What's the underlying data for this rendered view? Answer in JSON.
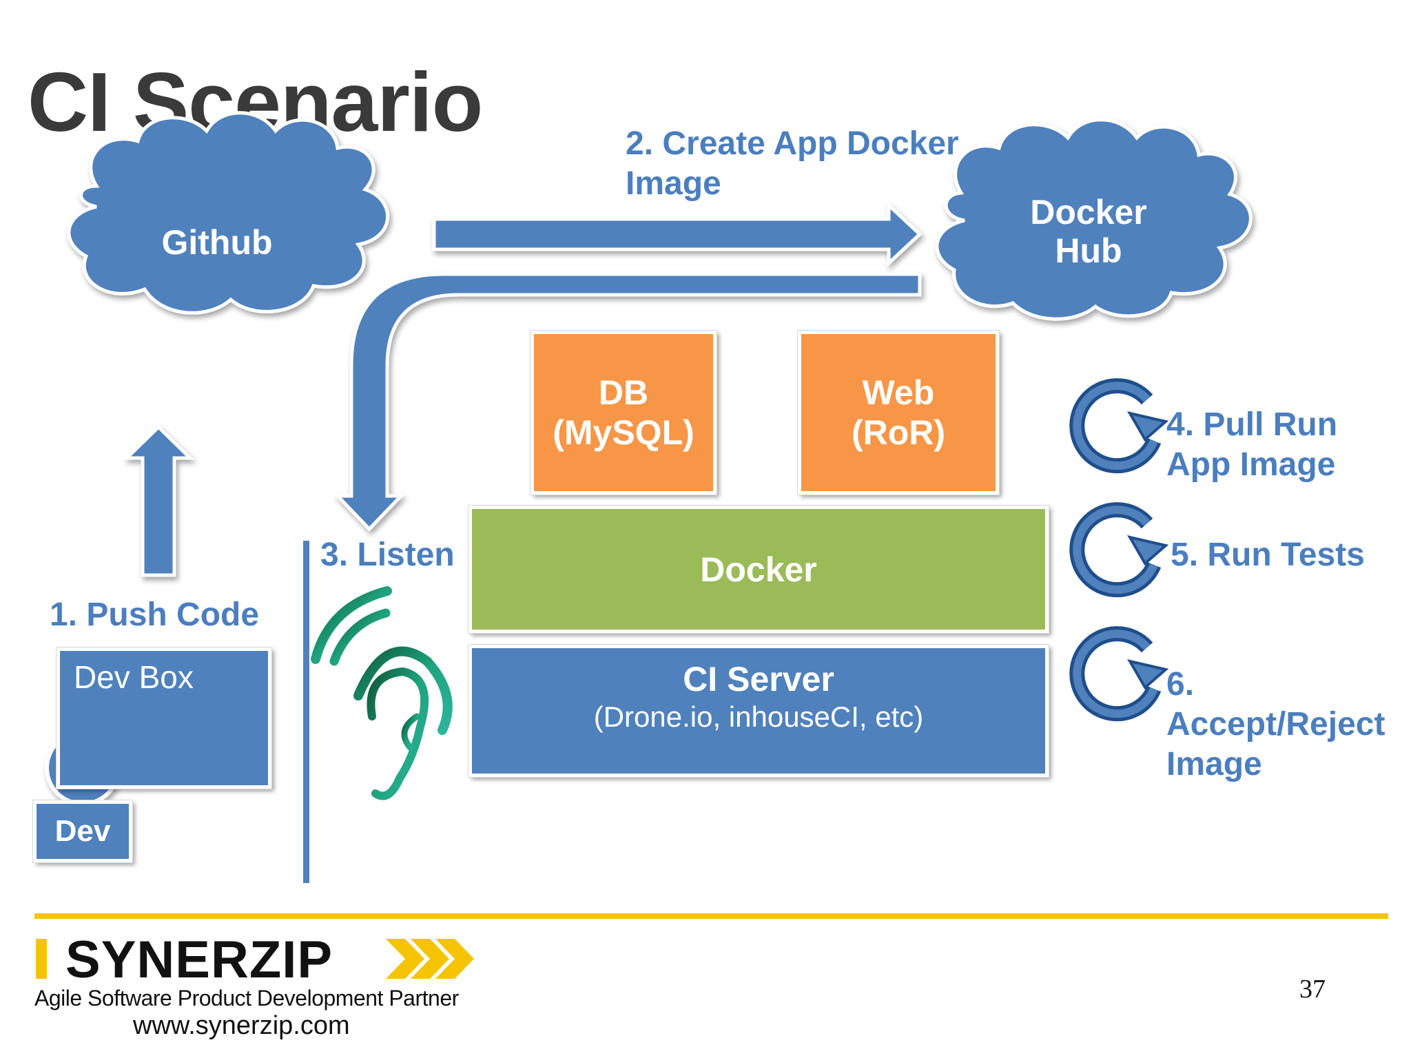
{
  "title": "CI Scenario",
  "clouds": {
    "github": "Github",
    "docker_hub_line1": "Docker",
    "docker_hub_line2": "Hub"
  },
  "steps": {
    "step1": "1. Push Code",
    "step2_line1": "2. Create App Docker",
    "step2_line2": "Image",
    "step3": "3. Listen",
    "step4_line1": "4. Pull Run",
    "step4_line2": "App Image",
    "step5": "5. Run Tests",
    "step6_line1": "6.",
    "step6_line2": "Accept/Reject",
    "step6_line3": "Image"
  },
  "boxes": {
    "db_line1": "DB",
    "db_line2": "(MySQL)",
    "web_line1": "Web",
    "web_line2": "(RoR)",
    "docker": "Docker",
    "ci_server_title": "CI Server",
    "ci_server_subtitle": "(Drone.io, inhouseCI, etc)",
    "dev_box": "Dev Box",
    "dev": "Dev"
  },
  "footer": {
    "logo": "SYNERZIP",
    "tagline": "Agile Software Product Development Partner",
    "url": "www.synerzip.com",
    "page_number": "37"
  },
  "colors": {
    "blue": "#4f81bd",
    "text_blue": "#4a7ebf",
    "orange": "#f79646",
    "green": "#9bbb59",
    "teal": "#1a9a7a",
    "yellow": "#f5c400"
  }
}
